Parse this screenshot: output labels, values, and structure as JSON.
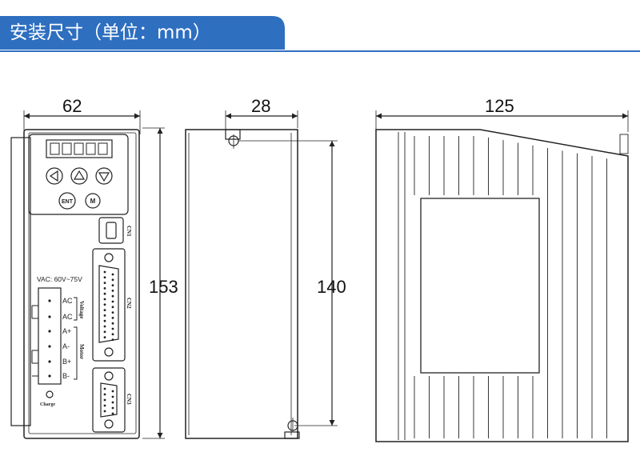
{
  "title": "安装尺寸（单位：mm）",
  "colors": {
    "title_bar": "#2e6fc0",
    "line": "#222222"
  },
  "front_view": {
    "width_dim": "62",
    "height_dim": "153",
    "buttons": {
      "enter": "ENT",
      "mode": "M"
    },
    "vac_label": "VAC: 60V~75V",
    "terminals": [
      "AC",
      "AC",
      "A+",
      "A-",
      "B+",
      "B-"
    ],
    "voltage_label": "Voltage",
    "motor_label": "Motor",
    "charge_label": "Charge",
    "connectors": [
      "CN1",
      "CN2",
      "CN3"
    ]
  },
  "side_view": {
    "width_dim": "28",
    "height_dim": "140"
  },
  "top_view": {
    "width_dim": "125"
  }
}
